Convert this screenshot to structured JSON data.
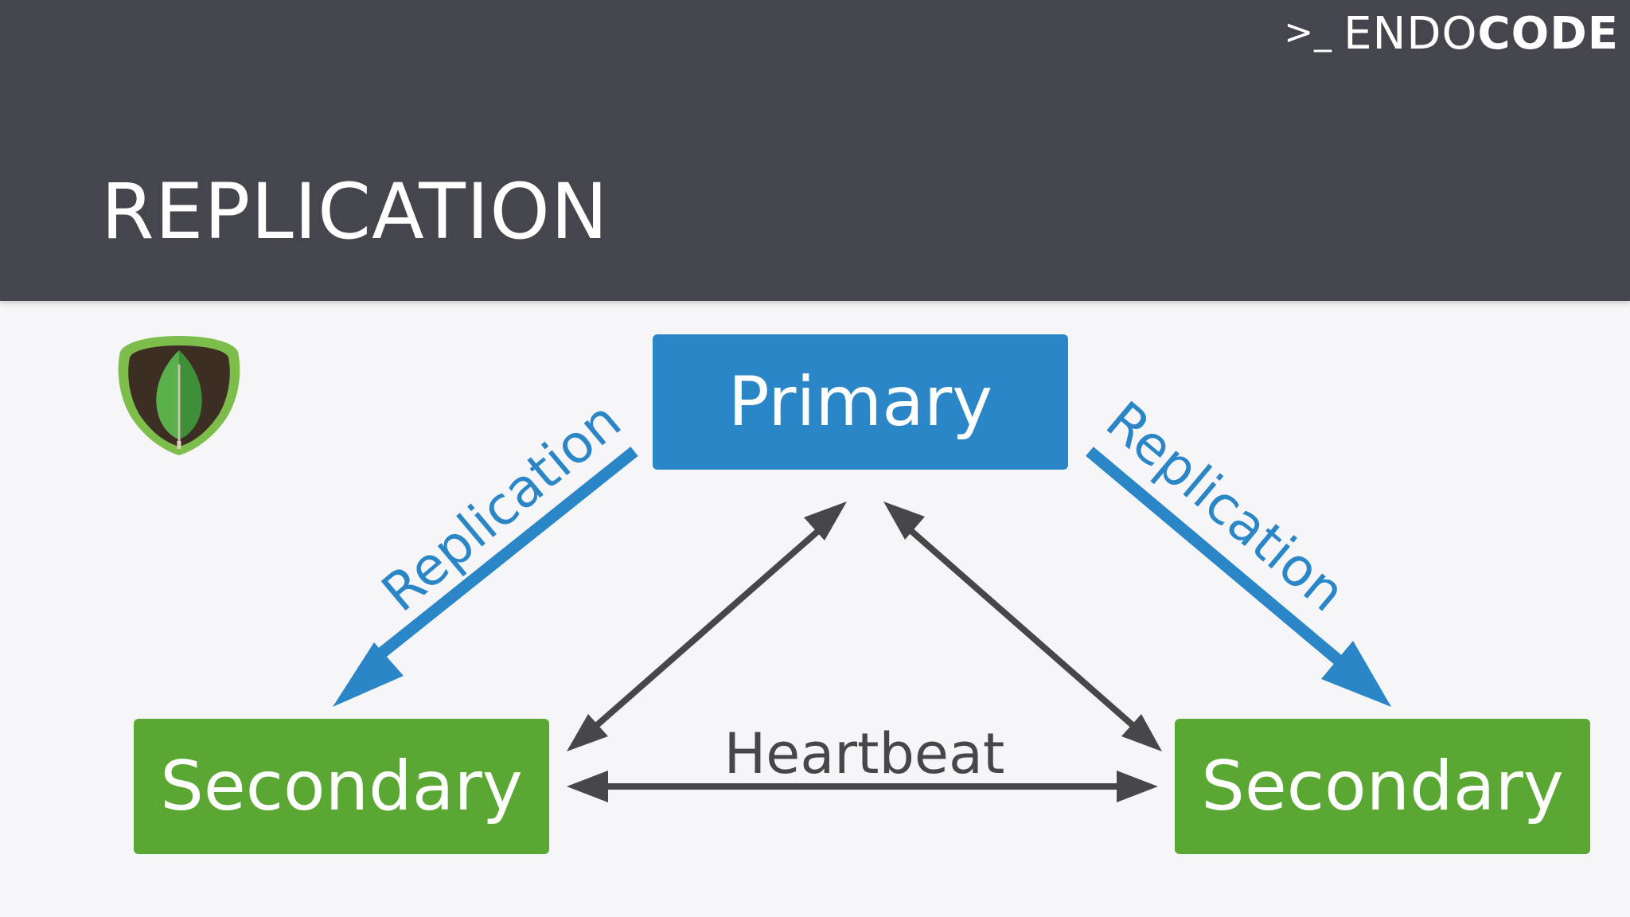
{
  "brand": {
    "prompt": ">_",
    "name_regular": "ENDO",
    "name_bold": "CODE"
  },
  "title": "REPLICATION",
  "nodes": {
    "primary": "Primary",
    "secondary_left": "Secondary",
    "secondary_right": "Secondary"
  },
  "edges": {
    "replication_left": "Replication",
    "replication_right": "Replication",
    "heartbeat": "Heartbeat"
  },
  "colors": {
    "header": "#45454d",
    "primary": "#2a86c6",
    "secondary": "#5aa833",
    "replication_arrow": "#2a86c6",
    "heartbeat_arrow": "#47474b"
  },
  "icons": {
    "logo": "mongodb-leaf-icon"
  }
}
